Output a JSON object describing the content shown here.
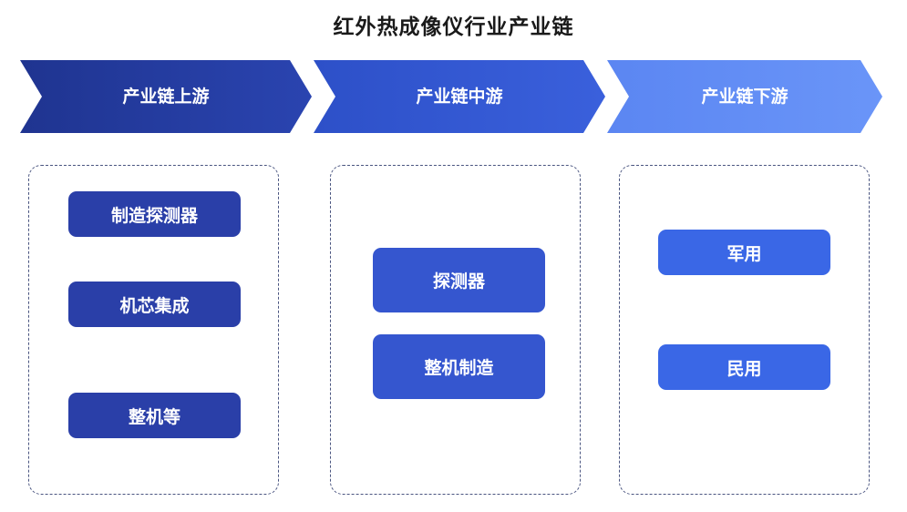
{
  "title": "红外热成像仪行业产业链",
  "stages": [
    {
      "label": "产业链上游",
      "color_start": "#1f3490",
      "color_end": "#2a44b0"
    },
    {
      "label": "产业链中游",
      "color_start": "#2d50c8",
      "color_end": "#3a60dc"
    },
    {
      "label": "产业链下游",
      "color_start": "#5b86f2",
      "color_end": "#6a95f8"
    }
  ],
  "upstream": [
    "制造探测器",
    "机芯集成",
    "整机等"
  ],
  "midstream": [
    "探测器",
    "整机制造"
  ],
  "downstream": [
    "军用",
    "民用"
  ]
}
